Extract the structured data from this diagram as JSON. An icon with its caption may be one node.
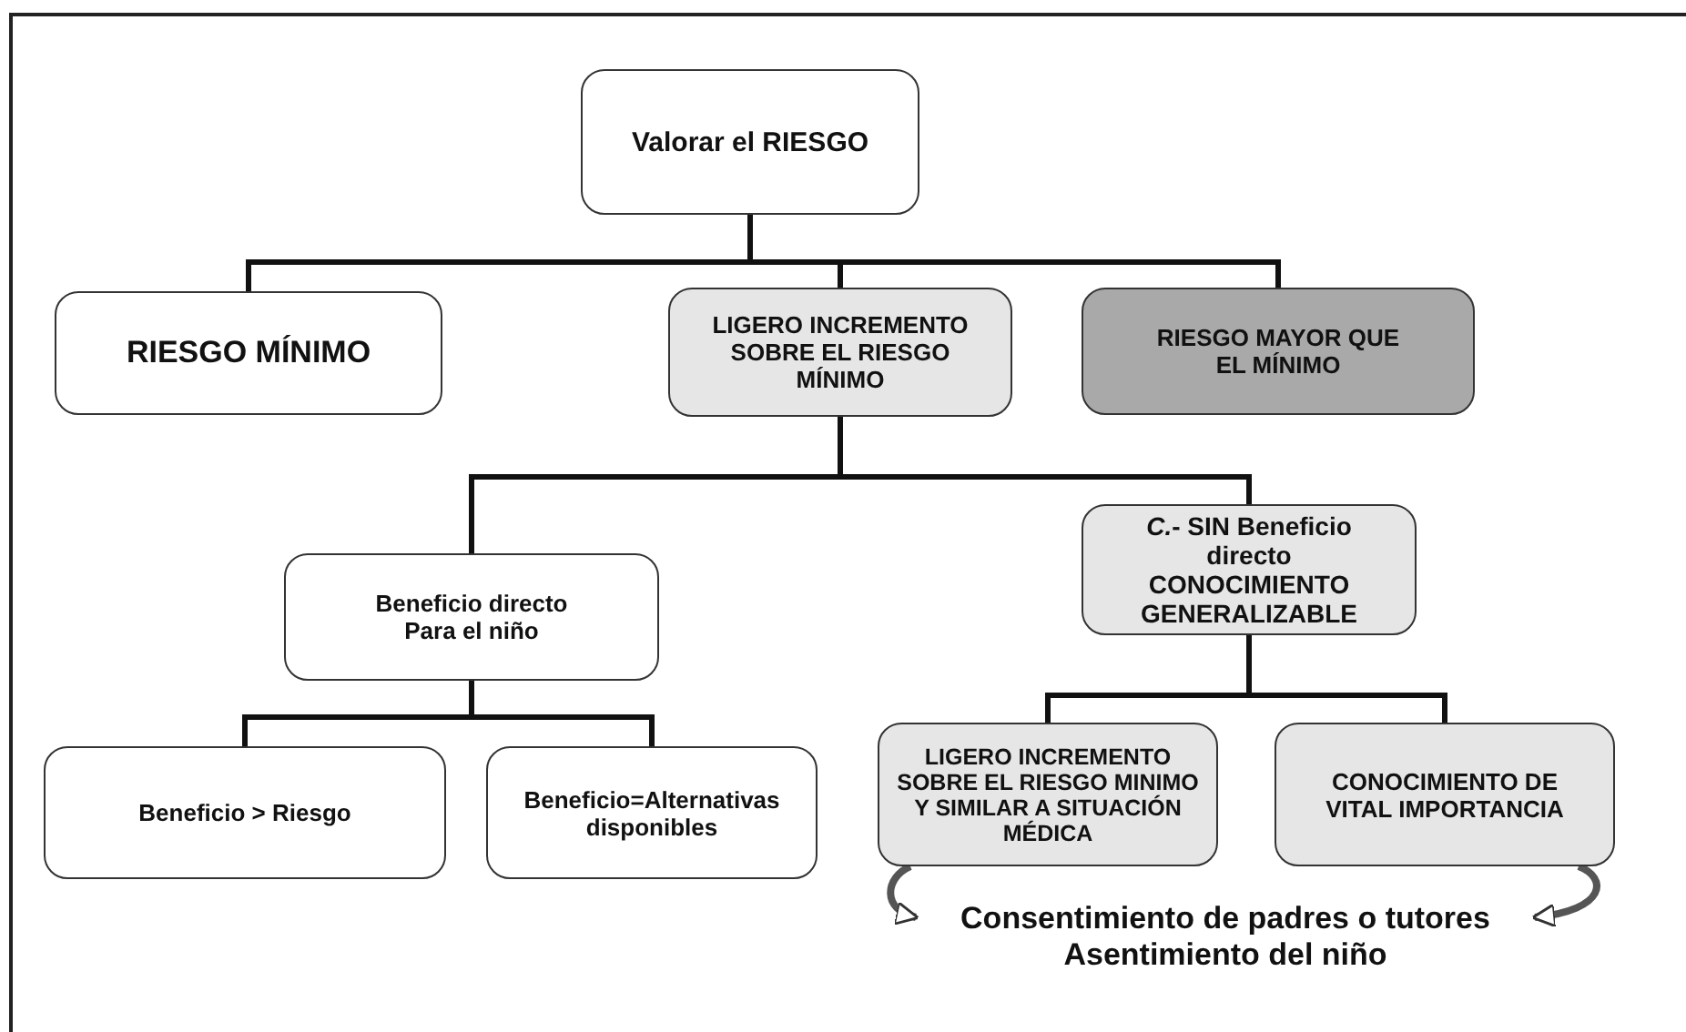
{
  "diagram": {
    "nodes": [
      {
        "text": [
          "Valorar el RIESGO"
        ]
      },
      {
        "text": [
          "RIESGO MÍNIMO"
        ]
      },
      {
        "text": [
          "LIGERO INCREMENTO SOBRE EL RIESGO MÍNIMO"
        ]
      },
      {
        "text": [
          "RIESGO MAYOR QUE EL MÍNIMO"
        ]
      },
      {
        "text": [
          "Beneficio directo Para el niño"
        ]
      },
      {
        "text": [
          "*C.*- SIN Beneficio directo CONOCIMIENTO GENERALIZABLE"
        ]
      },
      {
        "text": [
          "Beneficio > Riesgo"
        ]
      },
      {
        "text": [
          "Beneficio=Alternativas disponibles"
        ]
      },
      {
        "text": [
          "LIGERO INCREMENTO SOBRE EL RIESGO MINIMO Y SIMILAR A SITUACIÓN MÉDICA"
        ]
      },
      {
        "text": [
          "CONOCIMIENTO DE VITAL IMPORTANCIA"
        ]
      },
      {
        "text": [
          "Consentimiento de padres o tutores",
          "Asentimiento del niño"
        ]
      }
    ],
    "edges": [
      {
        "from": 0,
        "to": 1,
        "arrow": "none"
      },
      {
        "from": 0,
        "to": 2,
        "arrow": "none"
      },
      {
        "from": 0,
        "to": 3,
        "arrow": "none"
      },
      {
        "from": 2,
        "to": 4,
        "arrow": "none"
      },
      {
        "from": 2,
        "to": 5,
        "arrow": "none"
      },
      {
        "from": 4,
        "to": 6,
        "arrow": "none"
      },
      {
        "from": 4,
        "to": 7,
        "arrow": "none"
      },
      {
        "from": 5,
        "to": 8,
        "arrow": "none"
      },
      {
        "from": 5,
        "to": 9,
        "arrow": "none"
      },
      {
        "from": 8,
        "to": 10,
        "arrow": "to"
      },
      {
        "from": 9,
        "to": 10,
        "arrow": "to"
      }
    ]
  }
}
